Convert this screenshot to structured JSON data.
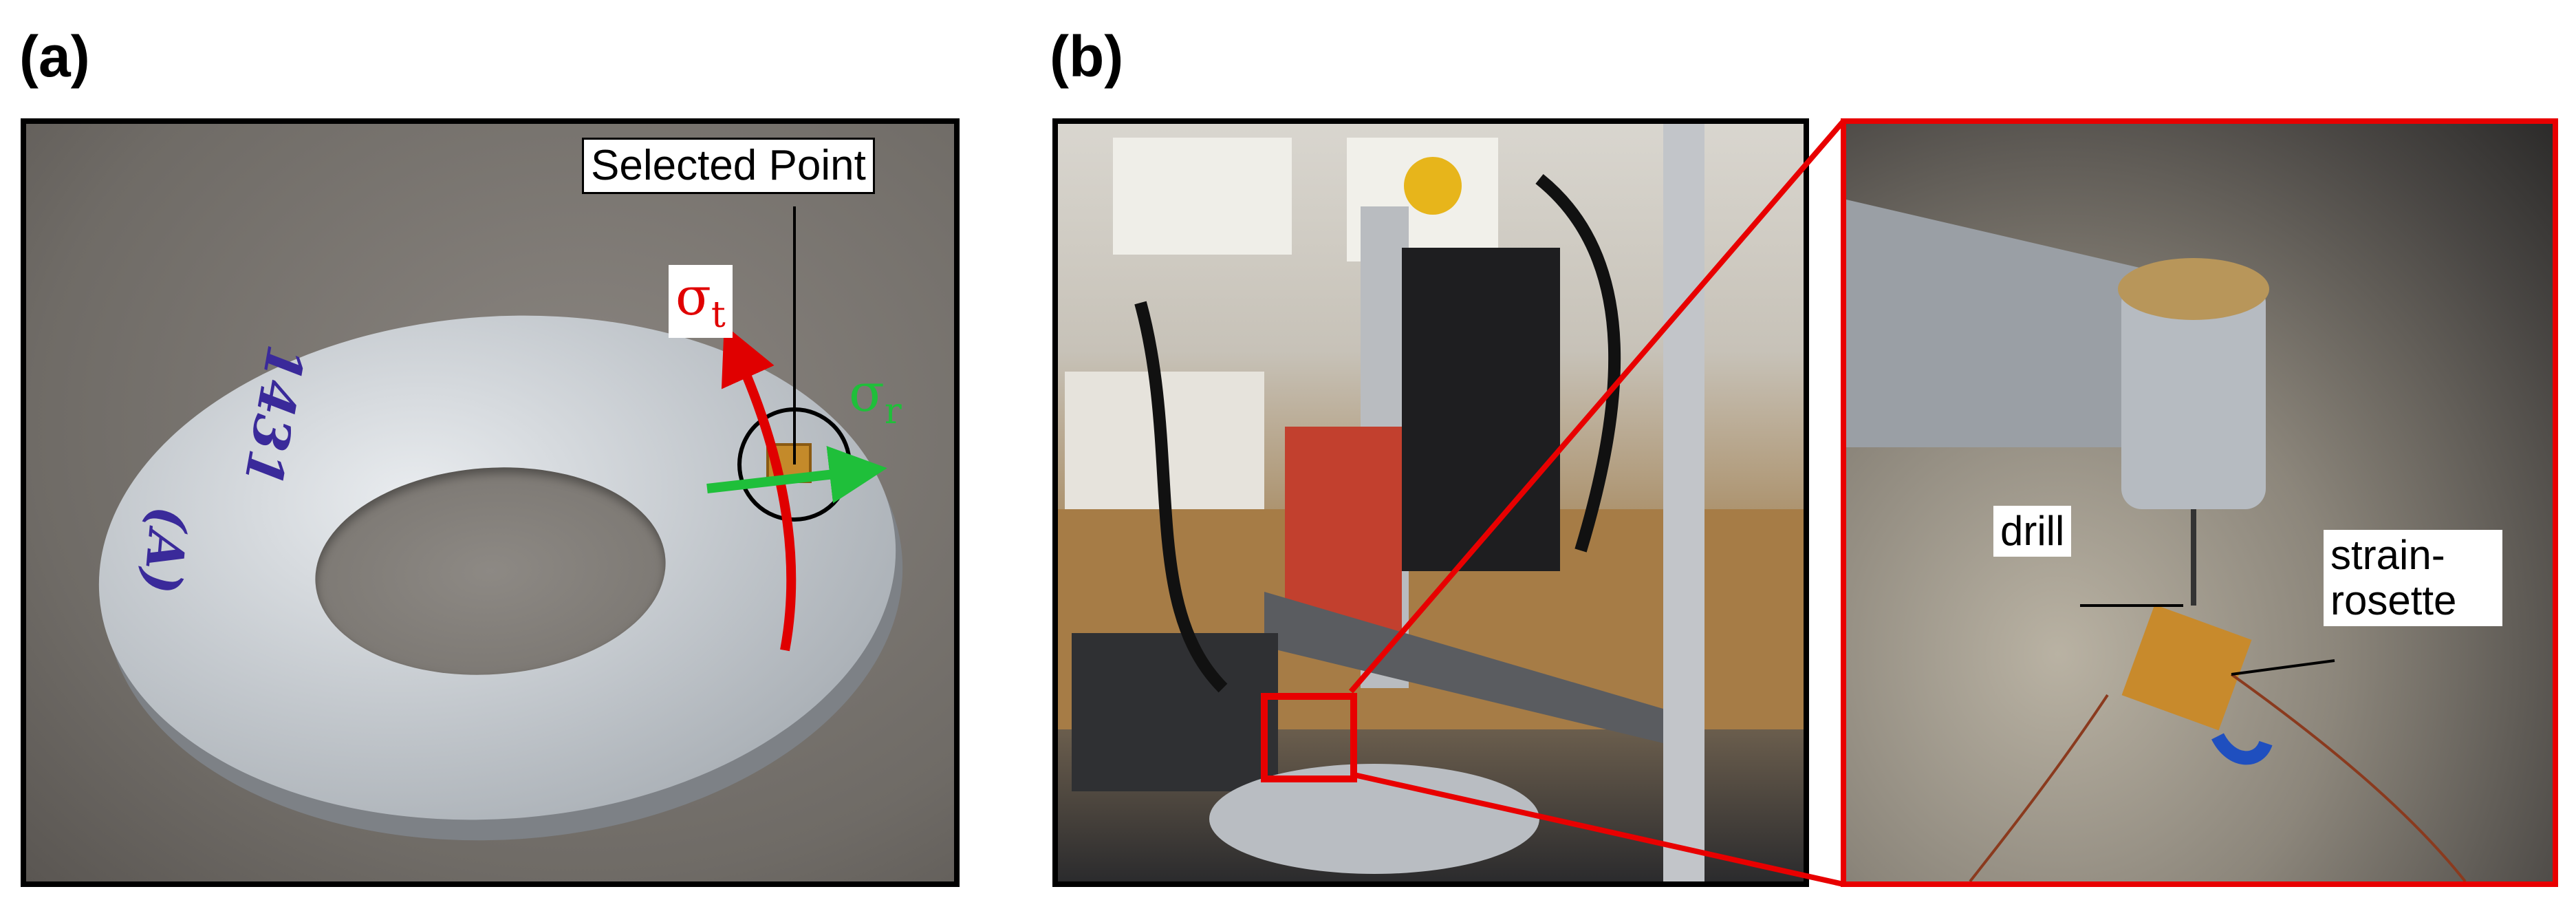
{
  "panel_a": {
    "label": "(a)",
    "callout": "Selected Point",
    "sigma_t": {
      "symbol": "σ",
      "subscript": "t",
      "color": "#e00000"
    },
    "sigma_r": {
      "symbol": "σ",
      "subscript": "r",
      "color": "#1fbf3a"
    },
    "handwriting": {
      "number": "1431",
      "letter": "(A)"
    }
  },
  "panel_b": {
    "label": "(b)",
    "drill_label": "drill",
    "rosette_label_line1": "strain-",
    "rosette_label_line2": "rosette",
    "highlight_color": "#e80000"
  }
}
